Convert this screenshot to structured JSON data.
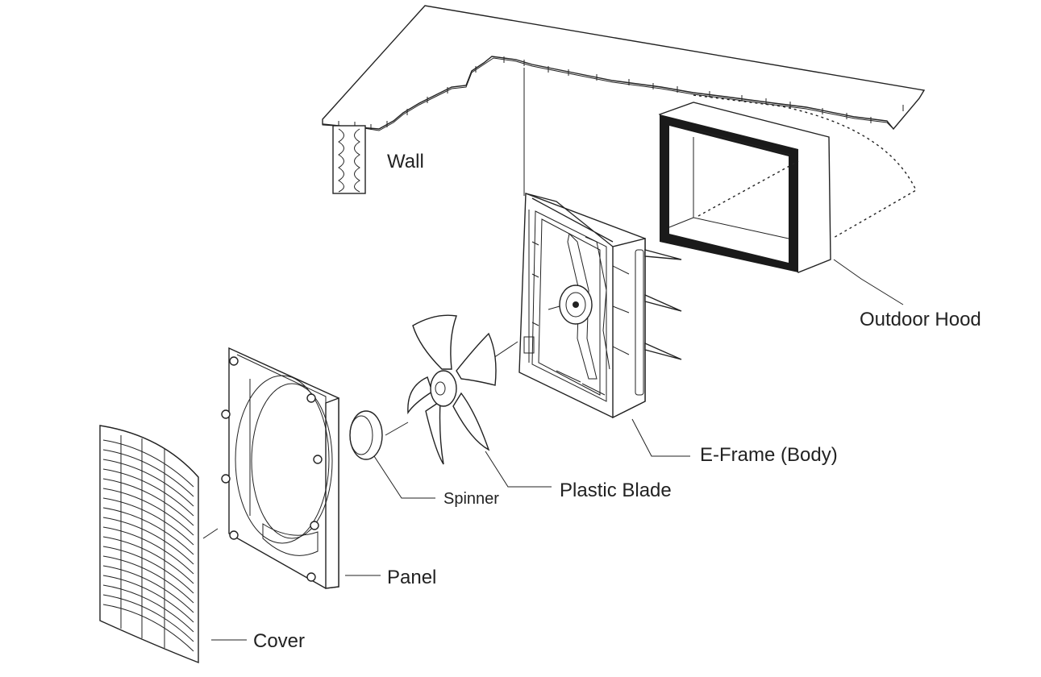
{
  "diagram": {
    "labels": {
      "wall": "Wall",
      "outdoor_hood": "Outdoor Hood",
      "e_frame": "E-Frame (Body)",
      "plastic_blade": "Plastic Blade",
      "spinner": "Spinner",
      "panel": "Panel",
      "cover": "Cover"
    },
    "colors": {
      "line": "#222222",
      "hood_frame": "#1a1a1a",
      "background": "#ffffff"
    }
  }
}
